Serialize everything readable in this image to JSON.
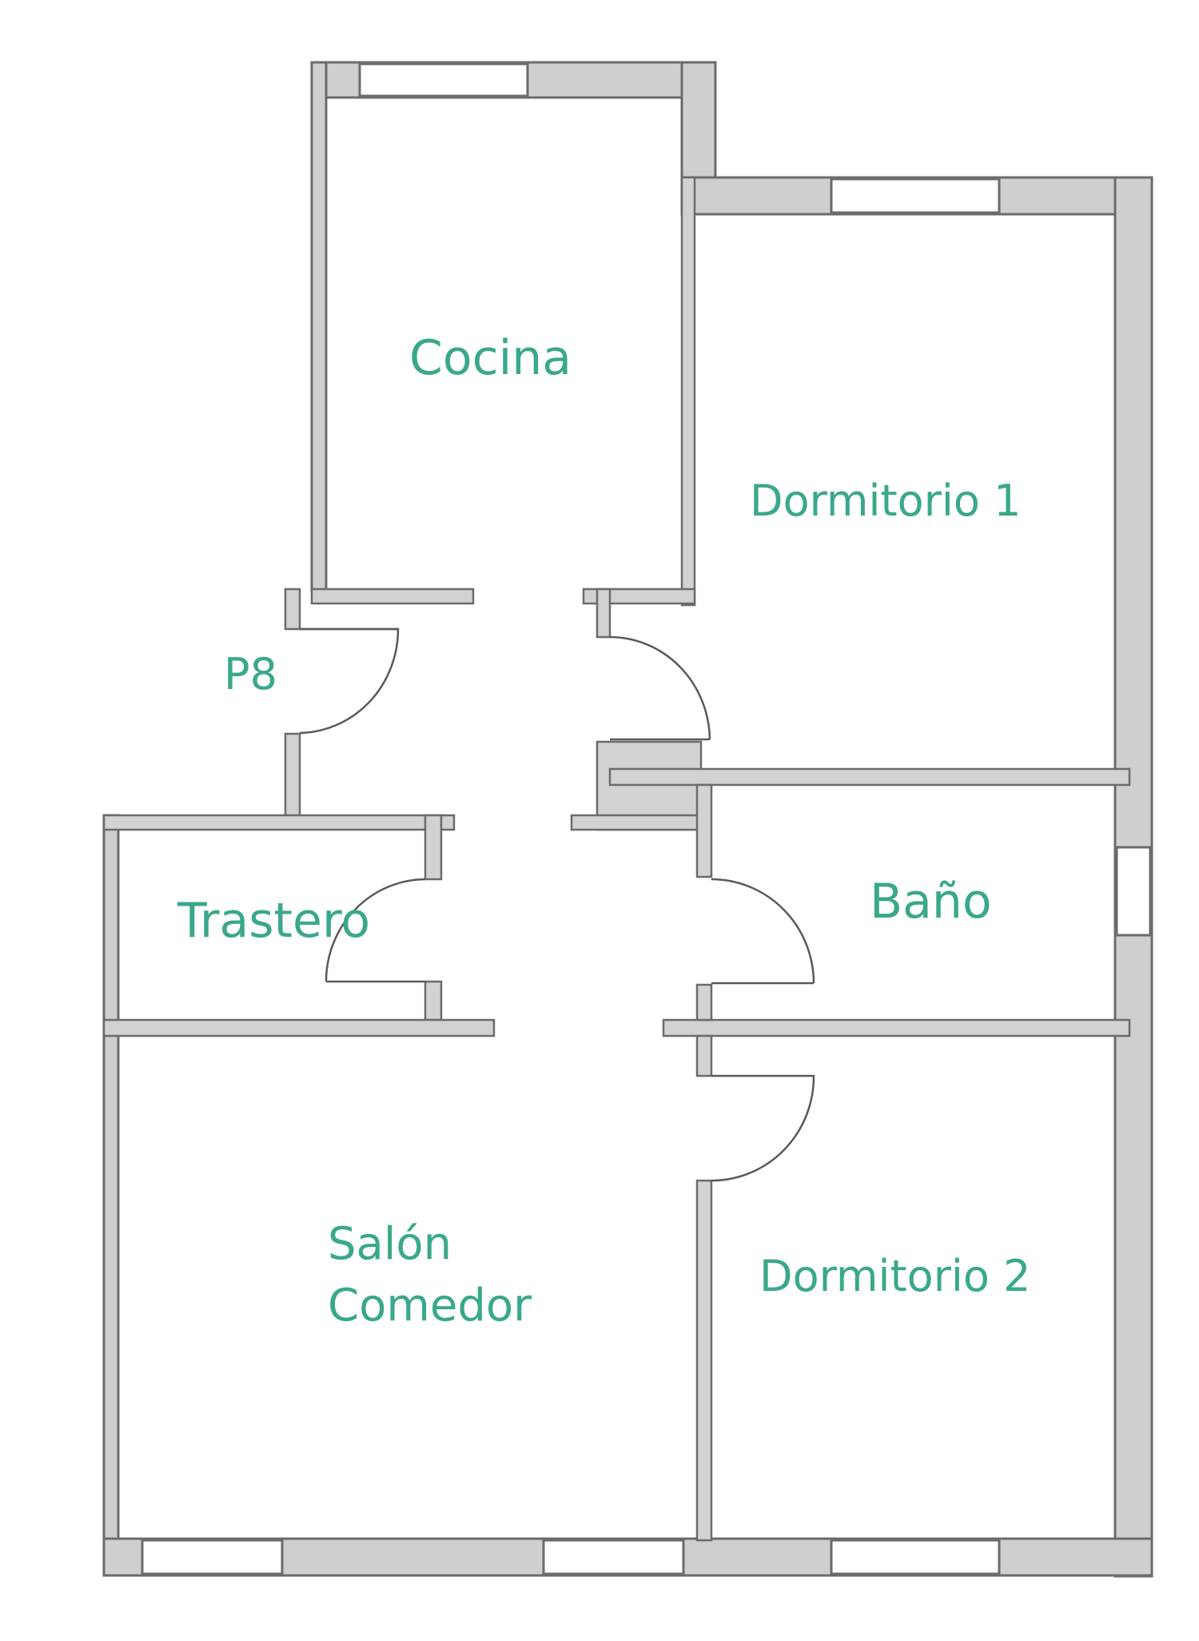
{
  "rooms": {
    "cocina": "Cocina",
    "dormitorio_1": "Dormitorio 1",
    "p8": "P8",
    "trastero": "Trastero",
    "bano": "Baño",
    "salon_line1": "Salón",
    "salon_line2": "Comedor",
    "dormitorio_2": "Dormitorio 2"
  },
  "colors": {
    "label": "#3aa88a",
    "wall_fill": "#cfcfcf",
    "wall_stroke": "#6b6b6b"
  }
}
